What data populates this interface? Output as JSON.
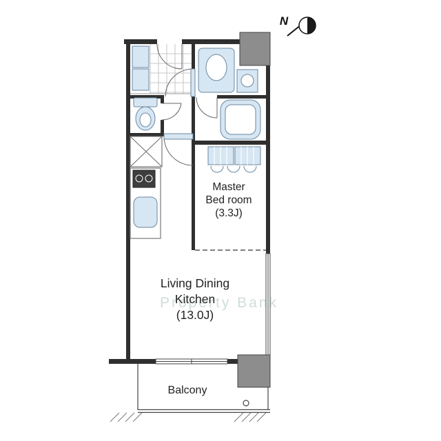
{
  "compass": {
    "label": "N"
  },
  "rooms": {
    "master_bedroom": {
      "name_line1": "Master",
      "name_line2": "Bed room",
      "size": "(3.3J)"
    },
    "ldk": {
      "name_line1": "Living Dining",
      "name_line2": "Kitchen",
      "size": "(13.0J)"
    },
    "balcony": {
      "name": "Balcony"
    }
  },
  "watermark": "Property Bank",
  "colors": {
    "wall": "#2f2f2f",
    "pillar": "#8d8d8d",
    "fixture_fill": "#d6e6f3",
    "fixture_stroke": "#6a87a0",
    "outline": "#555555",
    "text": "#222222",
    "watermark": "rgba(120,160,140,0.35)"
  }
}
